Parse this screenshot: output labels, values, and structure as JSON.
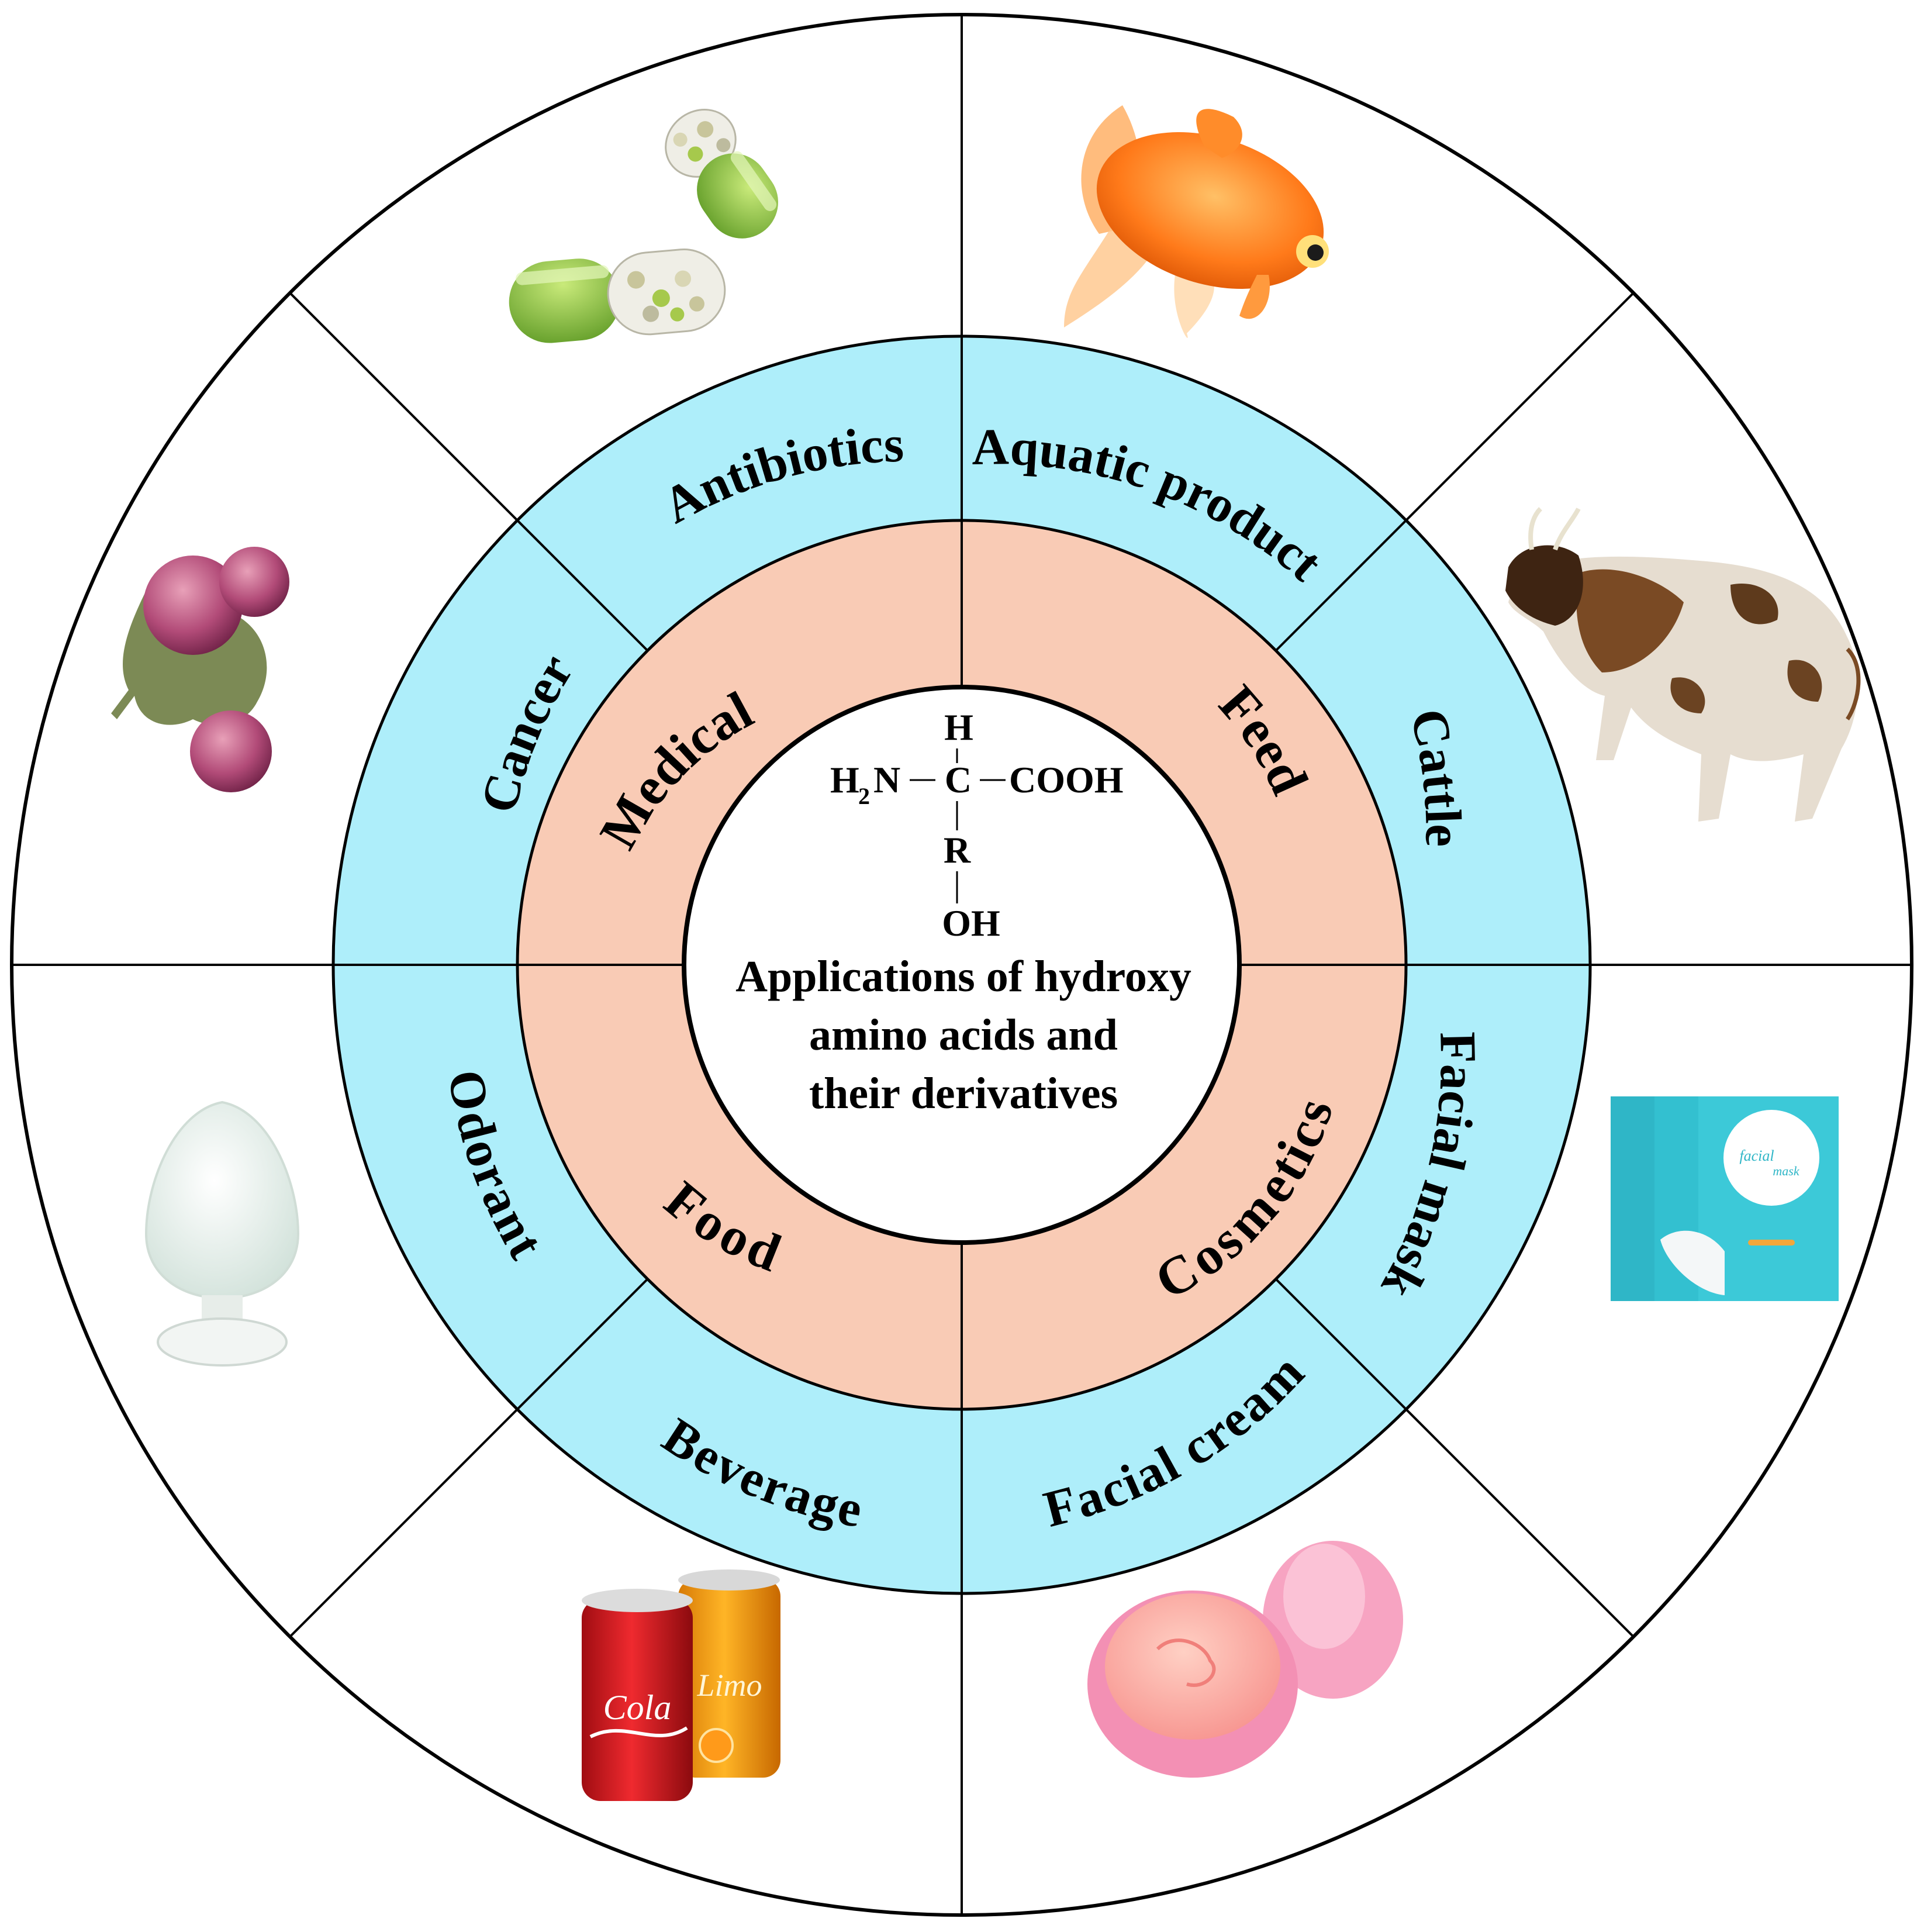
{
  "center": {
    "formula": {
      "top_h": "H",
      "left_group": "H",
      "left_sub": "2",
      "left_n": "N",
      "carbon": "C",
      "right_group": "COOH",
      "r_group": "R",
      "hydroxyl": "OH"
    },
    "title_lines": [
      "Applications of hydroxy",
      "amino acids and",
      "their derivatives"
    ]
  },
  "inner_ring": {
    "color": "#f9cbb5",
    "categories": [
      "Medical",
      "Feed",
      "Cosmetics",
      "Food"
    ]
  },
  "middle_ring": {
    "color": "#aeeefa",
    "items": [
      "Antibiotics",
      "Aquatic product",
      "Cattle",
      "Facial mask",
      "Facial cream",
      "Beverage",
      "Odorant",
      "Cancer"
    ]
  },
  "outer_ring": {
    "illustrations": [
      "capsule-icon",
      "goldfish-icon",
      "cattle-icon",
      "facial-mask-box-icon",
      "cream-jar-icon",
      "soda-cans-icon",
      "powder-flask-icon",
      "cancer-cell-icon"
    ],
    "can_labels": [
      "Cola",
      "Limo"
    ],
    "mask_box_lines": [
      "facial",
      "mask"
    ]
  }
}
